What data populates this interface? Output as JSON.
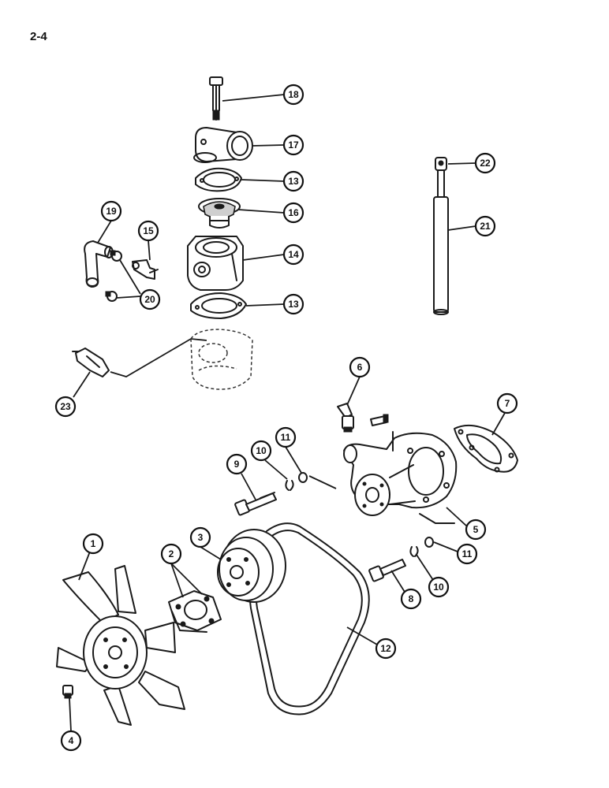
{
  "page_number": "2-4",
  "callouts": [
    {
      "id": "c18",
      "label": "18"
    },
    {
      "id": "c17",
      "label": "17"
    },
    {
      "id": "c13a",
      "label": "13"
    },
    {
      "id": "c16",
      "label": "16"
    },
    {
      "id": "c14",
      "label": "14"
    },
    {
      "id": "c13b",
      "label": "13"
    },
    {
      "id": "c19",
      "label": "19"
    },
    {
      "id": "c15",
      "label": "15"
    },
    {
      "id": "c20",
      "label": "20"
    },
    {
      "id": "c22",
      "label": "22"
    },
    {
      "id": "c21",
      "label": "21"
    },
    {
      "id": "c23",
      "label": "23"
    },
    {
      "id": "c6",
      "label": "6"
    },
    {
      "id": "c7",
      "label": "7"
    },
    {
      "id": "c10a",
      "label": "10"
    },
    {
      "id": "c11a",
      "label": "11"
    },
    {
      "id": "c9",
      "label": "9"
    },
    {
      "id": "c5",
      "label": "5"
    },
    {
      "id": "c11b",
      "label": "11"
    },
    {
      "id": "c10b",
      "label": "10"
    },
    {
      "id": "c8",
      "label": "8"
    },
    {
      "id": "c1",
      "label": "1"
    },
    {
      "id": "c2",
      "label": "2"
    },
    {
      "id": "c3",
      "label": "3"
    },
    {
      "id": "c12",
      "label": "12"
    },
    {
      "id": "c4",
      "label": "4"
    }
  ]
}
